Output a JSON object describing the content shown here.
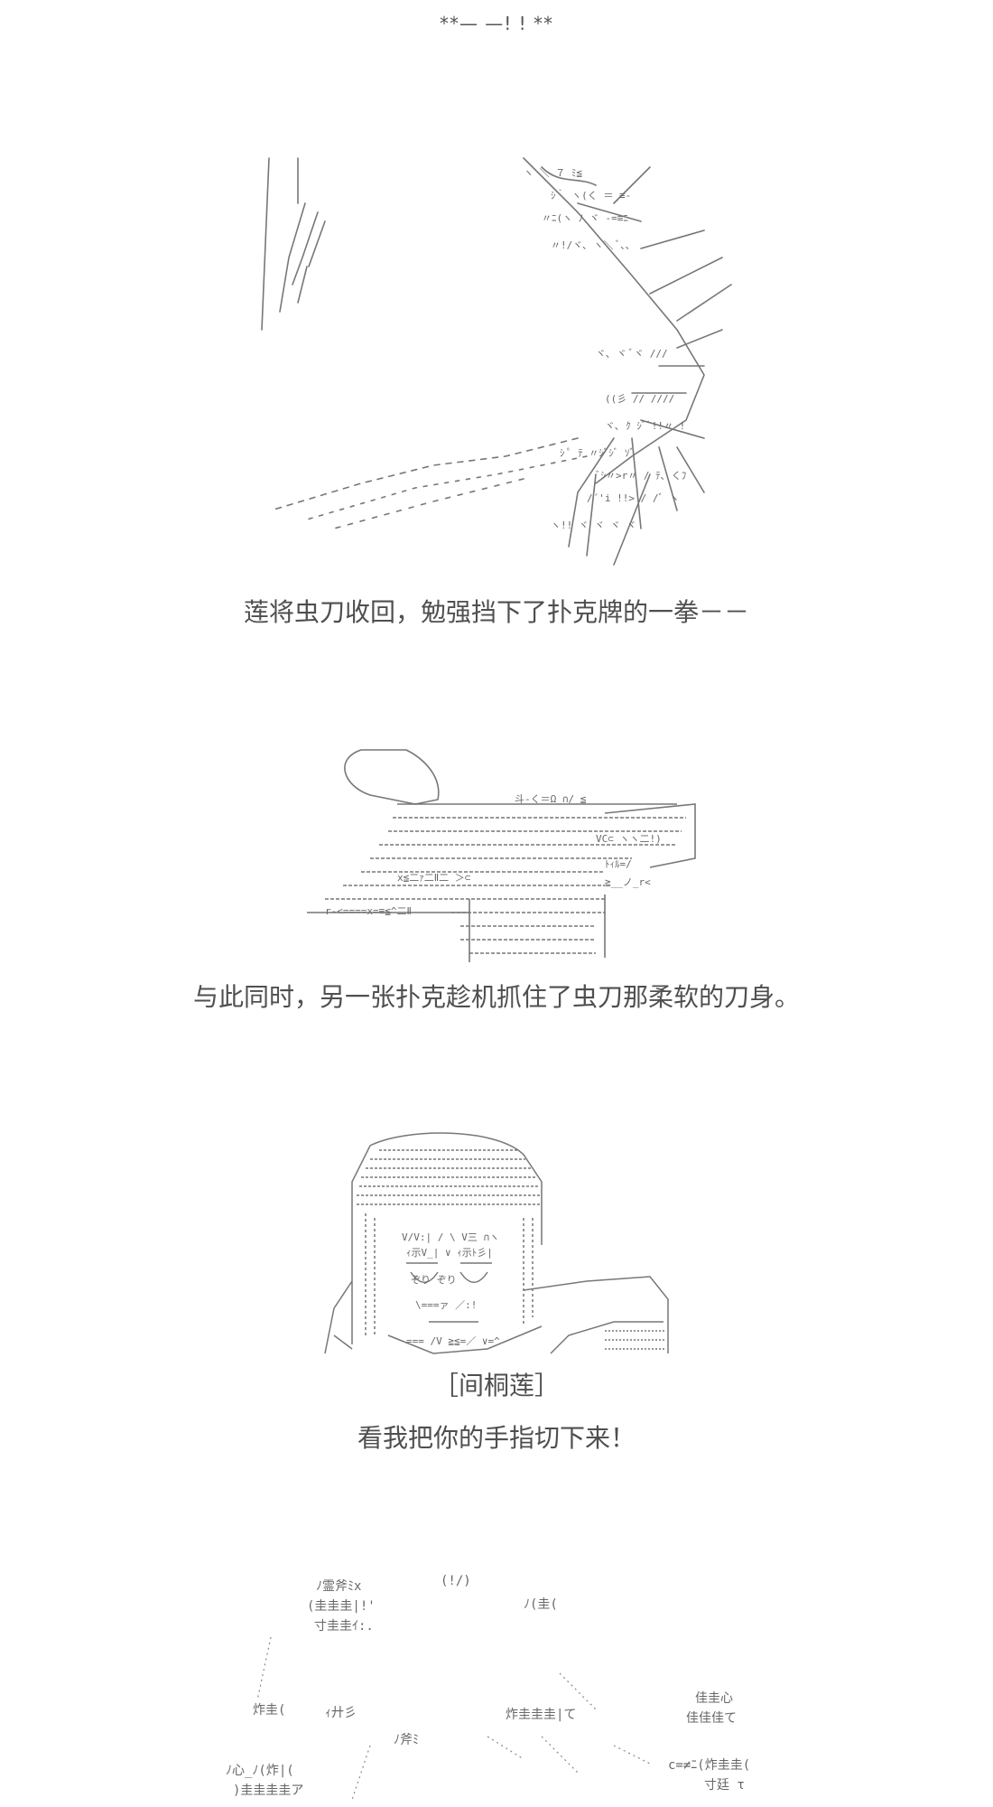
{
  "top_mark": "**— —! ! **",
  "captions": {
    "c1": "莲将虫刀收回，勉强挡下了扑克牌的一拳－－",
    "c2": "与此同时，另一张扑克趁机抓住了虫刀那柔软的刀身。",
    "speaker": "［间桐莲］",
    "c3": "看我把你的手指切下来！"
  },
  "aa_fragments": {
    "scene4_a": "ﾉ霊斧ﾐx",
    "scene4_b": "(圭圭圭|!'",
    "scene4_c": "寸圭圭ｲ:.",
    "scene4_d": "炸圭(",
    "scene4_e": "ｨ廾彡",
    "scene4_f": "ﾉ斧ﾐ",
    "scene4_g": "炸圭圭圭|て",
    "scene4_h": "佳圭心",
    "scene4_i": "佳佳佳て",
    "scene4_j": "ﾉ心_ﾉ(炸|(",
    "scene4_k": ")圭圭圭圭ア",
    "scene4_l": "c=≠ﾆ(炸圭圭(",
    "scene4_m": "寸廷 τ",
    "scene4_n": "ﾉ(圭(",
    "scene4_o": "(!/)"
  }
}
